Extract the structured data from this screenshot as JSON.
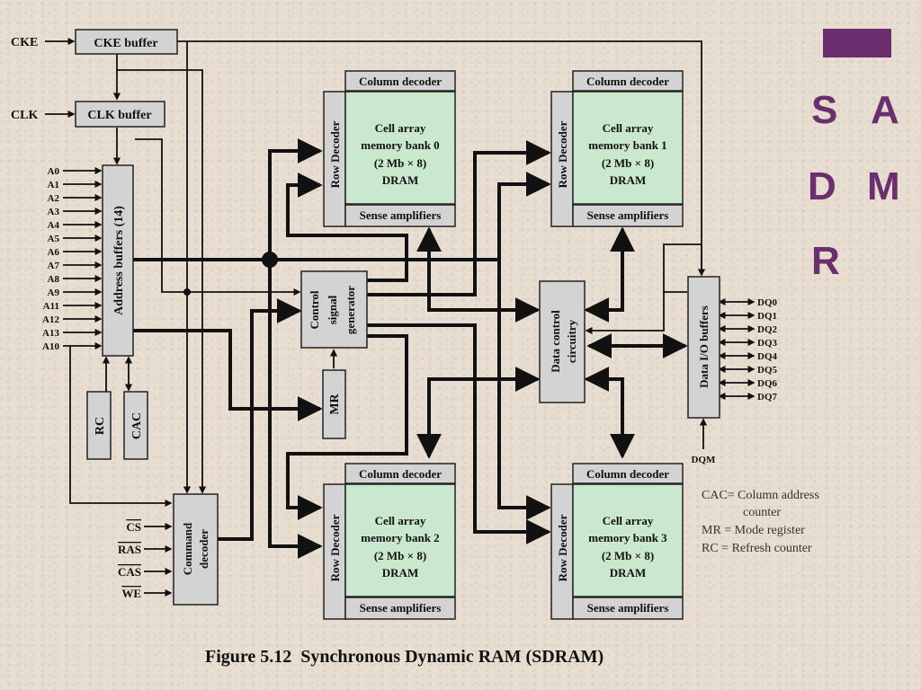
{
  "slide": {
    "accent_color": "#6b2f6f",
    "title_letters": [
      "S",
      "A",
      "D",
      "M",
      "R"
    ]
  },
  "diagram": {
    "caption": "Figure 5.12  Synchronous Dynamic RAM (SDRAM)",
    "blocks": {
      "cke_buffer": "CKE buffer",
      "clk_buffer": "CLK buffer",
      "address_buffers": "Address buffers (14)",
      "rc": "RC",
      "cac": "CAC",
      "control_signal_generator": [
        "Control",
        "signal",
        "generator"
      ],
      "mr": "MR",
      "data_control": [
        "Data control",
        "circuitry"
      ],
      "data_io": "Data I/O buffers",
      "command_decoder": [
        "Command",
        "decoder"
      ]
    },
    "banks": [
      {
        "column_decoder": "Column decoder",
        "row_decoder": "Row Decoder",
        "cell_lines": [
          "Cell array",
          "memory bank 0",
          "(2 Mb × 8)",
          "DRAM"
        ],
        "sense": "Sense amplifiers"
      },
      {
        "column_decoder": "Column decoder",
        "row_decoder": "Row Decoder",
        "cell_lines": [
          "Cell array",
          "memory bank 1",
          "(2 Mb × 8)",
          "DRAM"
        ],
        "sense": "Sense amplifiers"
      },
      {
        "column_decoder": "Column decoder",
        "row_decoder": "Row Decoder",
        "cell_lines": [
          "Cell array",
          "memory bank 2",
          "(2 Mb × 8)",
          "DRAM"
        ],
        "sense": "Sense amplifiers"
      },
      {
        "column_decoder": "Column decoder",
        "row_decoder": "Row Decoder",
        "cell_lines": [
          "Cell array",
          "memory bank 3",
          "(2 Mb × 8)",
          "DRAM"
        ],
        "sense": "Sense amplifiers"
      }
    ],
    "inputs": {
      "cke": "CKE",
      "clk": "CLK",
      "address_lines": [
        "A0",
        "A1",
        "A2",
        "A3",
        "A4",
        "A5",
        "A6",
        "A7",
        "A8",
        "A9",
        "A11",
        "A12",
        "A13",
        "A10"
      ],
      "commands": [
        "CS",
        "RAS",
        "CAS",
        "WE"
      ],
      "dqm": "DQM"
    },
    "dq_lines": [
      "DQ0",
      "DQ1",
      "DQ2",
      "DQ3",
      "DQ4",
      "DQ5",
      "DQ6",
      "DQ7"
    ],
    "legend": [
      "CAC= Column address",
      "counter",
      "MR = Mode register",
      "RC = Refresh counter"
    ]
  }
}
